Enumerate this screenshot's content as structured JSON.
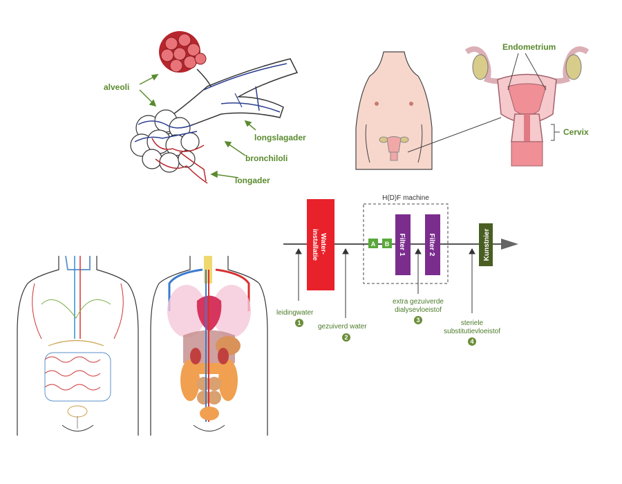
{
  "lungs": {
    "labels": {
      "alveoli": "alveoli",
      "longslagader": "longslagader",
      "bronchiloli": "bronchiloli",
      "longader": "longader"
    }
  },
  "uterus": {
    "labels": {
      "endometrium": "Endometrium",
      "cervix": "Cervix"
    }
  },
  "dialysis": {
    "machine_label": "H(D)F machine",
    "water_installation": "Water-\ninstallatie",
    "filter_a": "A",
    "filter_b": "B",
    "filter1": "Filter 1",
    "filter2": "Filter 2",
    "kunstnier": "Kunstnier",
    "steps": [
      {
        "num": "1",
        "text": "leidingwater"
      },
      {
        "num": "2",
        "text": "gezuiverd water"
      },
      {
        "num": "3",
        "text_line1": "extra gezuiverde",
        "text_line2": "dialysevloeistof"
      },
      {
        "num": "4",
        "text_line1": "steriele",
        "text_line2": "substitutievloeistof"
      }
    ]
  },
  "colors": {
    "label_green": "#5a8a2e",
    "water_red": "#e8212b",
    "filter_purple": "#7b2d8e",
    "kunstnier_green": "#4a5e23",
    "ab_green": "#5aa83a"
  }
}
